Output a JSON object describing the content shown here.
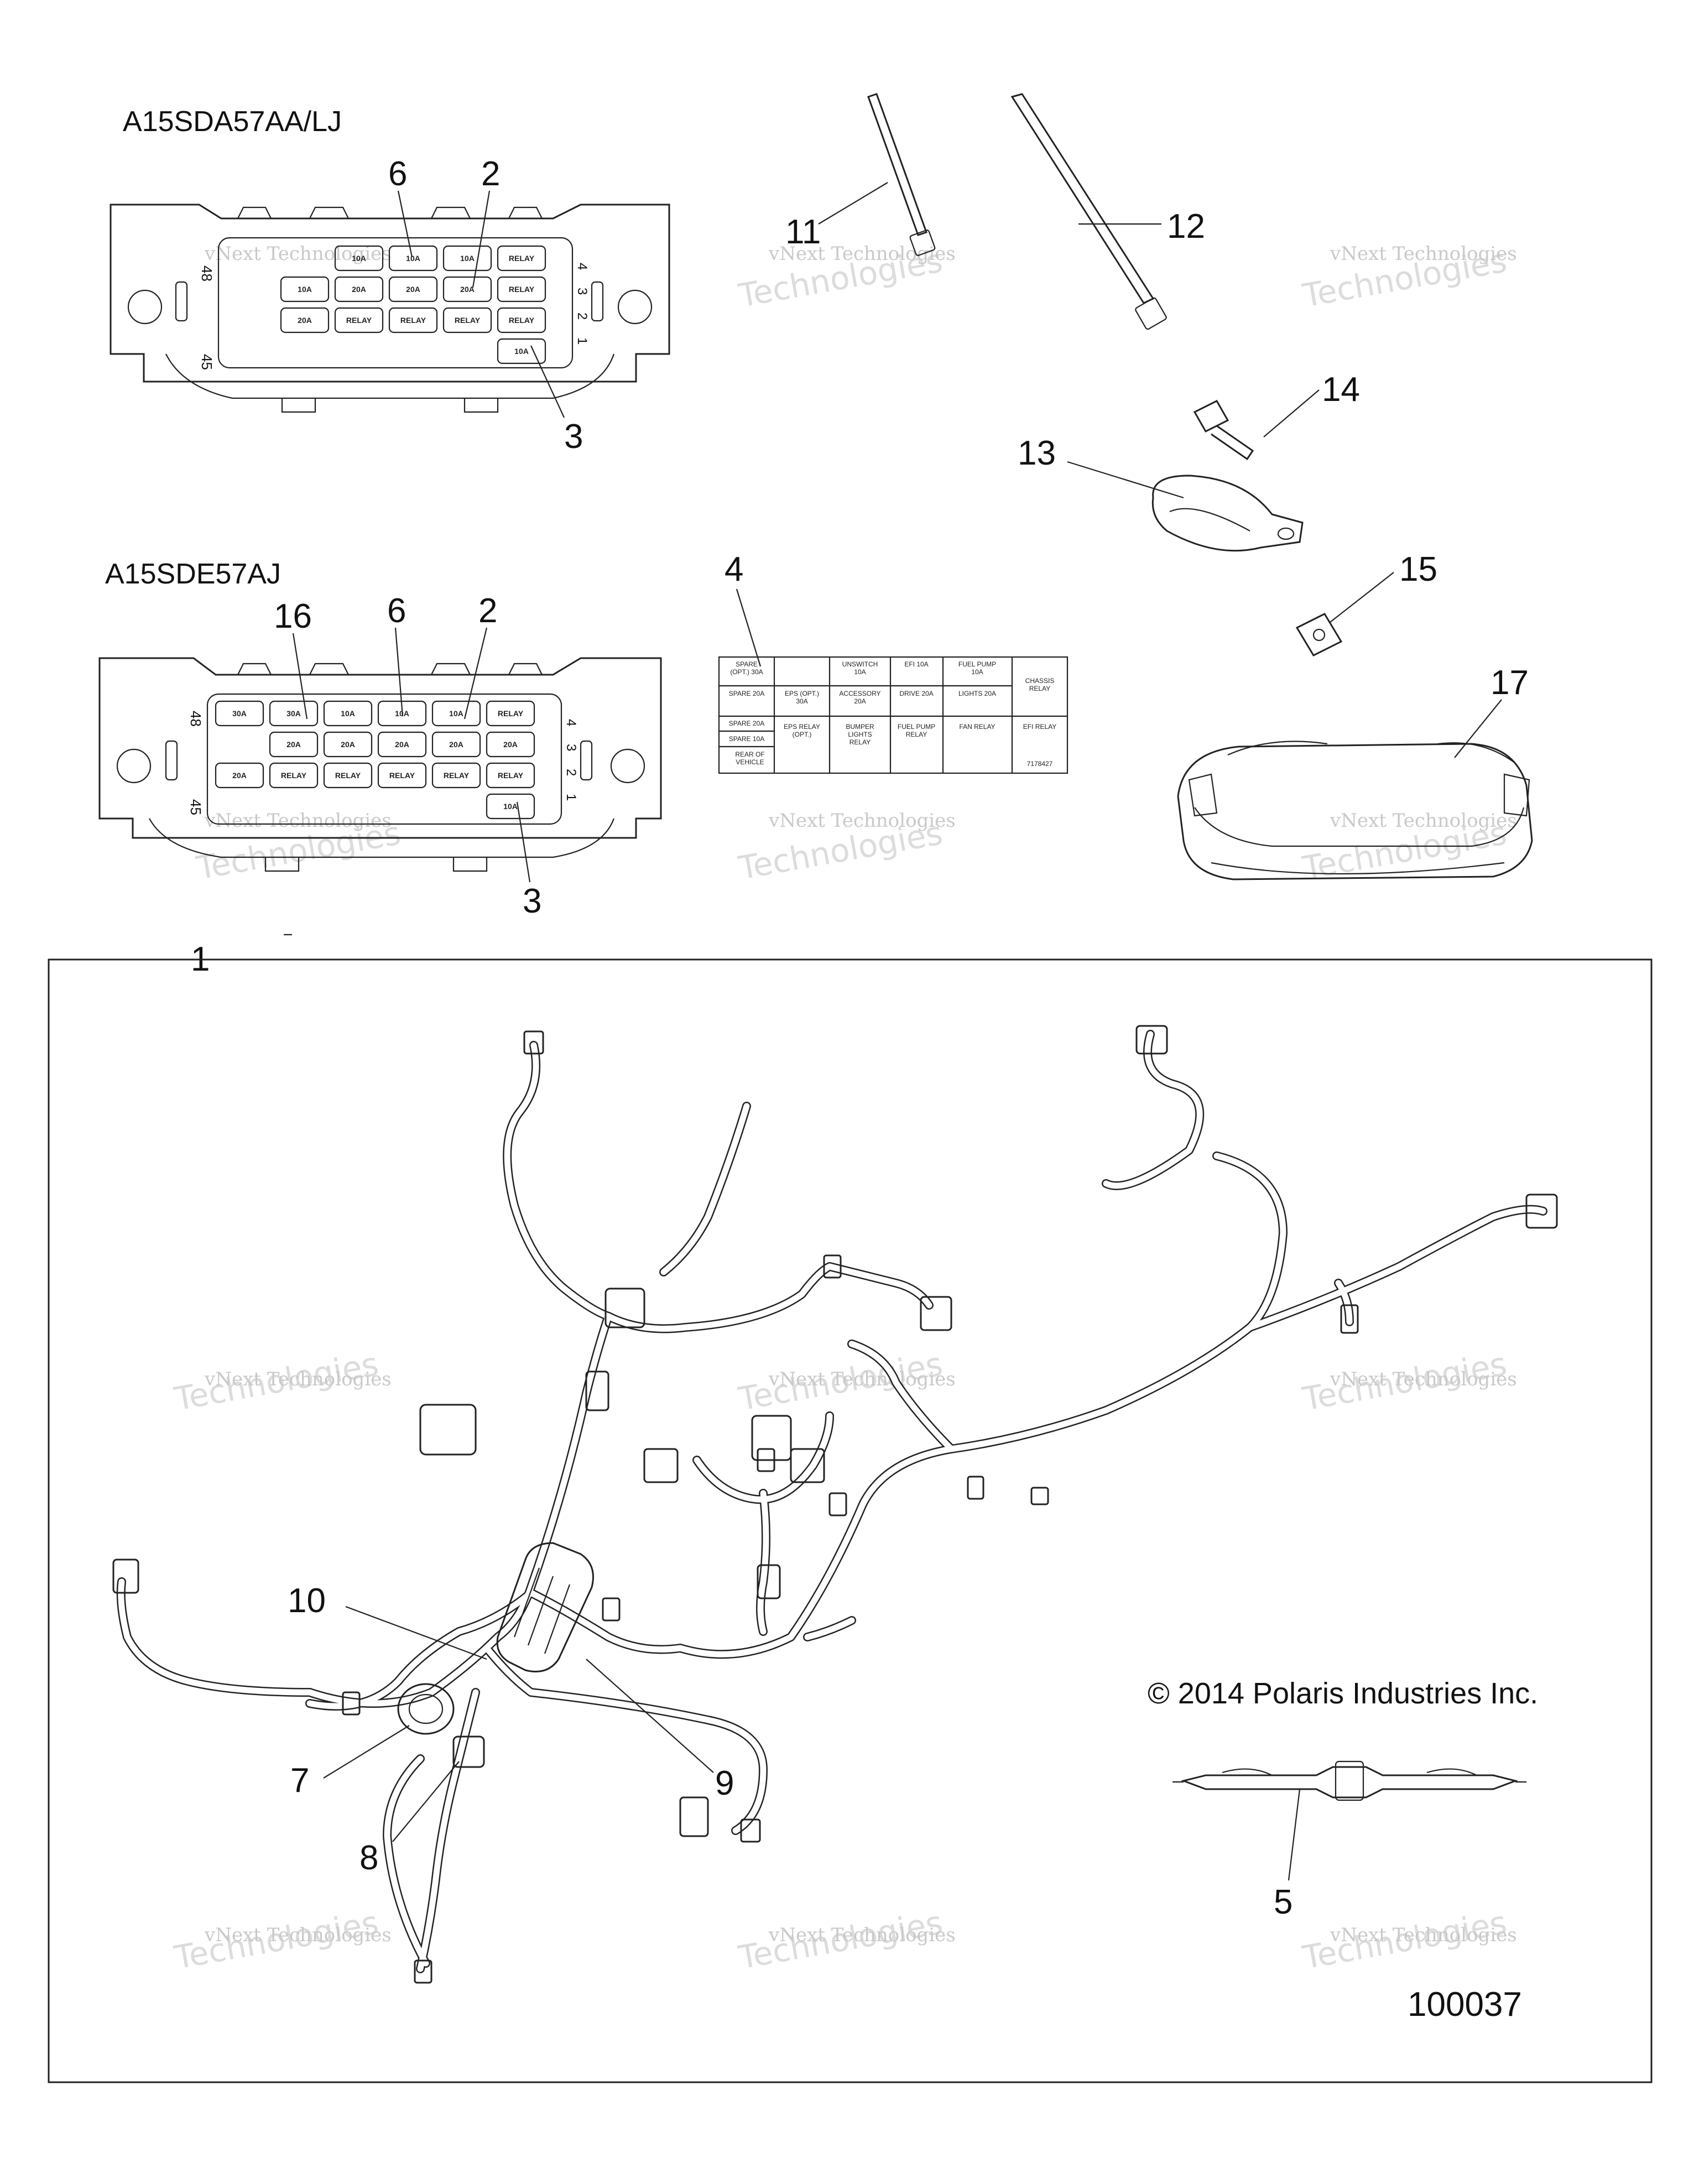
{
  "models": {
    "top": "A15SDA57AA/LJ",
    "bottom": "A15SDE57AJ"
  },
  "callouts": {
    "c1": "1",
    "c2a": "2",
    "c2b": "2",
    "c3a": "3",
    "c3b": "3",
    "c4": "4",
    "c5": "5",
    "c6a": "6",
    "c6b": "6",
    "c7": "7",
    "c8": "8",
    "c9": "9",
    "c10": "10",
    "c11": "11",
    "c12": "12",
    "c13": "13",
    "c14": "14",
    "c15": "15",
    "c16": "16",
    "c17": "17"
  },
  "fusebox_top": {
    "row1": [
      "10A",
      "10A",
      "10A",
      "RELAY"
    ],
    "row2": [
      "10A",
      "20A",
      "20A",
      "20A",
      "RELAY"
    ],
    "row3": [
      "20A",
      "RELAY",
      "RELAY",
      "RELAY",
      "RELAY"
    ],
    "row4": [
      "10A"
    ],
    "side_numbers": [
      "4",
      "3",
      "2",
      "1"
    ],
    "left_numbers": [
      "48",
      "45"
    ]
  },
  "fusebox_bottom": {
    "row1": [
      "30A",
      "30A",
      "10A",
      "10A",
      "10A",
      "RELAY"
    ],
    "row2": [
      "20A",
      "20A",
      "20A",
      "20A",
      "20A"
    ],
    "row3": [
      "20A",
      "RELAY",
      "RELAY",
      "RELAY",
      "RELAY",
      "RELAY"
    ],
    "row4": [
      "10A"
    ],
    "side_numbers": [
      "4",
      "3",
      "2",
      "1"
    ],
    "left_numbers": [
      "48",
      "45"
    ]
  },
  "decal": {
    "r1": [
      "SPARE (OPT.) 30A",
      "",
      "UNSWITCH 10A",
      "EFI 10A",
      "FUEL PUMP 10A",
      "CHASSIS RELAY"
    ],
    "r2": [
      "SPARE 20A",
      "EPS (OPT.) 30A",
      "ACCESSORY 20A",
      "DRIVE 20A",
      "LIGHTS 20A"
    ],
    "r3": [
      "SPARE 20A",
      "EPS RELAY (OPT.)",
      "BUMPER LIGHTS RELAY",
      "FUEL PUMP RELAY",
      "FAN RELAY",
      "EFI RELAY"
    ],
    "r4": [
      "SPARE 10A"
    ],
    "r5": [
      "REAR OF VEHICLE"
    ],
    "part_no": "7178427"
  },
  "watermark": {
    "line1": "vNext Technologies",
    "line2": "Technologies"
  },
  "footer": {
    "copyright": "© 2014 Polaris Industries Inc.",
    "figure_no": "100037"
  }
}
